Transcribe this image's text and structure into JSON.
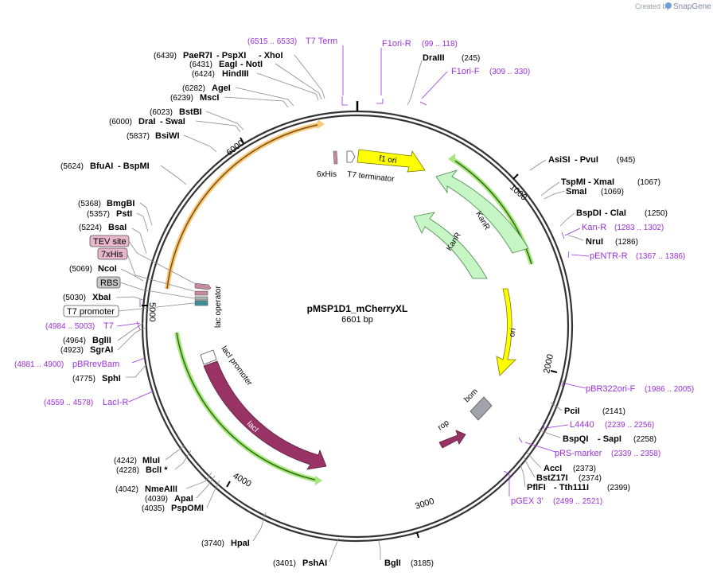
{
  "watermark": {
    "created_by": "Created by",
    "brand": "SnapGene"
  },
  "plasmid": {
    "name": "pMSP1D1_mCherryXL",
    "length_label": "6601 bp"
  },
  "ticks": [
    "1000",
    "2000",
    "3000",
    "4000",
    "5000",
    "6000"
  ],
  "features": {
    "f1_ori": "f1 ori",
    "t7_terminator": "T7 terminator",
    "six_his": "6xHis",
    "kanr_outer": "KanR",
    "kanr_inner": "KanR",
    "ori": "ori",
    "bom": "bom",
    "rop": "rop",
    "laci": "lacI",
    "laci_promoter": "lacI promoter",
    "lac_operator": "lac operator"
  },
  "left_sites": [
    {
      "pos": "(6439)",
      "name": "PaeR7I",
      "extra": " - PspXI",
      "extra2": " - XhoI"
    },
    {
      "pos": "(6431)",
      "name": "EagI",
      "extra": " - NotI"
    },
    {
      "pos": "(6424)",
      "name": "HindIII"
    },
    {
      "pos": "(6282)",
      "name": "AgeI"
    },
    {
      "pos": "(6239)",
      "name": "MscI"
    },
    {
      "pos": "(6023)",
      "name": "BstBI"
    },
    {
      "pos": "(6000)",
      "name": "DraI",
      "extra": " - SwaI"
    },
    {
      "pos": "(5837)",
      "name": "BsiWI"
    },
    {
      "pos": "(5624)",
      "name": "BfuAI",
      "extra": " - BspMI"
    },
    {
      "pos": "(5368)",
      "name": "BmgBI"
    },
    {
      "pos": "(5357)",
      "name": "PstI"
    },
    {
      "pos": "(5224)",
      "name": "BsaI"
    },
    {
      "pos": "(5069)",
      "name": "NcoI"
    },
    {
      "pos": "(5030)",
      "name": "XbaI"
    },
    {
      "pos": "(4964)",
      "name": "BglII"
    },
    {
      "pos": "(4923)",
      "name": "SgrAI"
    },
    {
      "pos": "(4775)",
      "name": "SphI"
    },
    {
      "pos": "(4242)",
      "name": "MluI"
    },
    {
      "pos": "(4228)",
      "name": "BclI *"
    },
    {
      "pos": "(4042)",
      "name": "NmeAIII"
    },
    {
      "pos": "(4039)",
      "name": "ApaI"
    },
    {
      "pos": "(4035)",
      "name": "PspOMI"
    },
    {
      "pos": "(3740)",
      "name": "HpaI"
    },
    {
      "pos": "(3401)",
      "name": "PshAI"
    }
  ],
  "right_sites": [
    {
      "name": "DraIII",
      "pos": "(245)"
    },
    {
      "name": "AsiSI",
      "extra": " - PvuI",
      "pos": "(945)"
    },
    {
      "name": "TspMI",
      "extra": " - XmaI",
      "pos": "(1067)"
    },
    {
      "name": "SmaI",
      "pos": "(1069)"
    },
    {
      "name": "BspDI",
      "extra": " - ClaI",
      "pos": "(1250)"
    },
    {
      "name": "NruI",
      "pos": "(1286)"
    },
    {
      "name": "PciI",
      "pos": "(2141)"
    },
    {
      "name": "BspQI",
      "extra": " - SapI",
      "pos": "(2258)"
    },
    {
      "name": "AccI",
      "pos": "(2373)"
    },
    {
      "name": "BstZ17I",
      "pos": "(2374)"
    },
    {
      "name": "PflFI",
      "extra": " - Tth111I",
      "pos": "(2399)"
    },
    {
      "name": "BglI",
      "pos": "(3185)"
    }
  ],
  "primers": [
    {
      "name": "T7 Term",
      "pos": "(6515 .. 6533)"
    },
    {
      "name": "F1ori-R",
      "pos": "(99 .. 118)"
    },
    {
      "name": "F1ori-F",
      "pos": "(309 .. 330)"
    },
    {
      "name": "Kan-R",
      "pos": "(1283 .. 1302)"
    },
    {
      "name": "pENTR-R",
      "pos": "(1367 .. 1386)"
    },
    {
      "name": "pBR322ori-F",
      "pos": "(1986 .. 2005)"
    },
    {
      "name": "L4440",
      "pos": "(2239 .. 2256)"
    },
    {
      "name": "pRS-marker",
      "pos": "(2339 .. 2358)"
    },
    {
      "name": "pGEX 3'",
      "pos": "(2499 .. 2521)"
    },
    {
      "name": "T7",
      "pos": "(4984 .. 5003)"
    },
    {
      "name": "pBRrevBam",
      "pos": "(4881 .. 4900)"
    },
    {
      "name": "LacI-R",
      "pos": "(4559 .. 4578)"
    }
  ],
  "boxed_features": [
    {
      "label": "TEV site",
      "color": "#e8b7c9"
    },
    {
      "label": "7xHis",
      "color": "#e8b7c9"
    },
    {
      "label": "RBS",
      "color": "#c8c8c8"
    },
    {
      "label": "T7 promoter",
      "color": "#ffffff"
    }
  ],
  "colors": {
    "backbone": "#333333",
    "primer": "#9b30d9",
    "f1_ori": "#ffff00",
    "ori": "#ffff00",
    "kanr": "#c6f6c6",
    "laci": "#993366",
    "highlight_orange": "#f7c97a",
    "highlight_green": "#a6e67c",
    "bom": "#a0a4aa"
  }
}
